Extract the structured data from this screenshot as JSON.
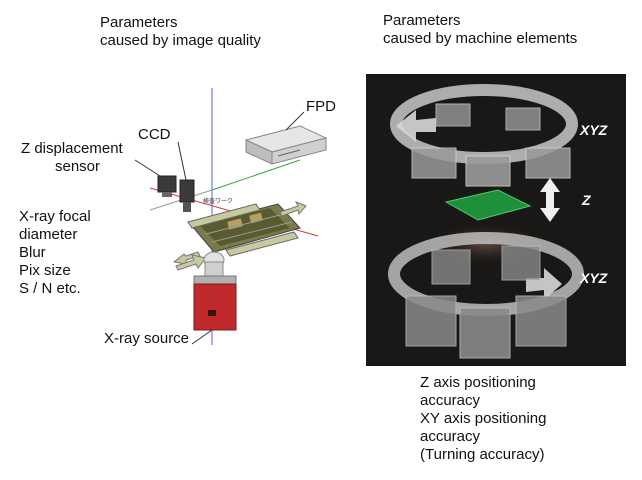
{
  "left_heading": [
    "Parameters",
    "caused by image quality"
  ],
  "right_heading": [
    "Parameters",
    "caused by machine elements"
  ],
  "labels": {
    "fpd": "FPD",
    "ccd": "CCD",
    "z_displacement": [
      "Z displacement",
      "sensor"
    ],
    "xray_source": "X-ray source"
  },
  "image_quality_params": [
    "X-ray focal",
    "diameter",
    "Blur",
    "Pix size",
    "S / N etc."
  ],
  "board_label": "検査ワーク",
  "motion_labels": {
    "xyz_top": "XYZ",
    "z": "Z",
    "xyz_bottom": "XYZ"
  },
  "machine_params": [
    "Z axis positioning",
    "accuracy",
    "XY axis positioning",
    "accuracy",
    "(Turning accuracy)"
  ],
  "colors": {
    "panel_bg": "#1a1816",
    "source_red": "#c0292b",
    "board_green": "#1e8f3a",
    "axis_red": "#d33",
    "axis_green": "#2a2",
    "axis_blue": "#55c"
  }
}
